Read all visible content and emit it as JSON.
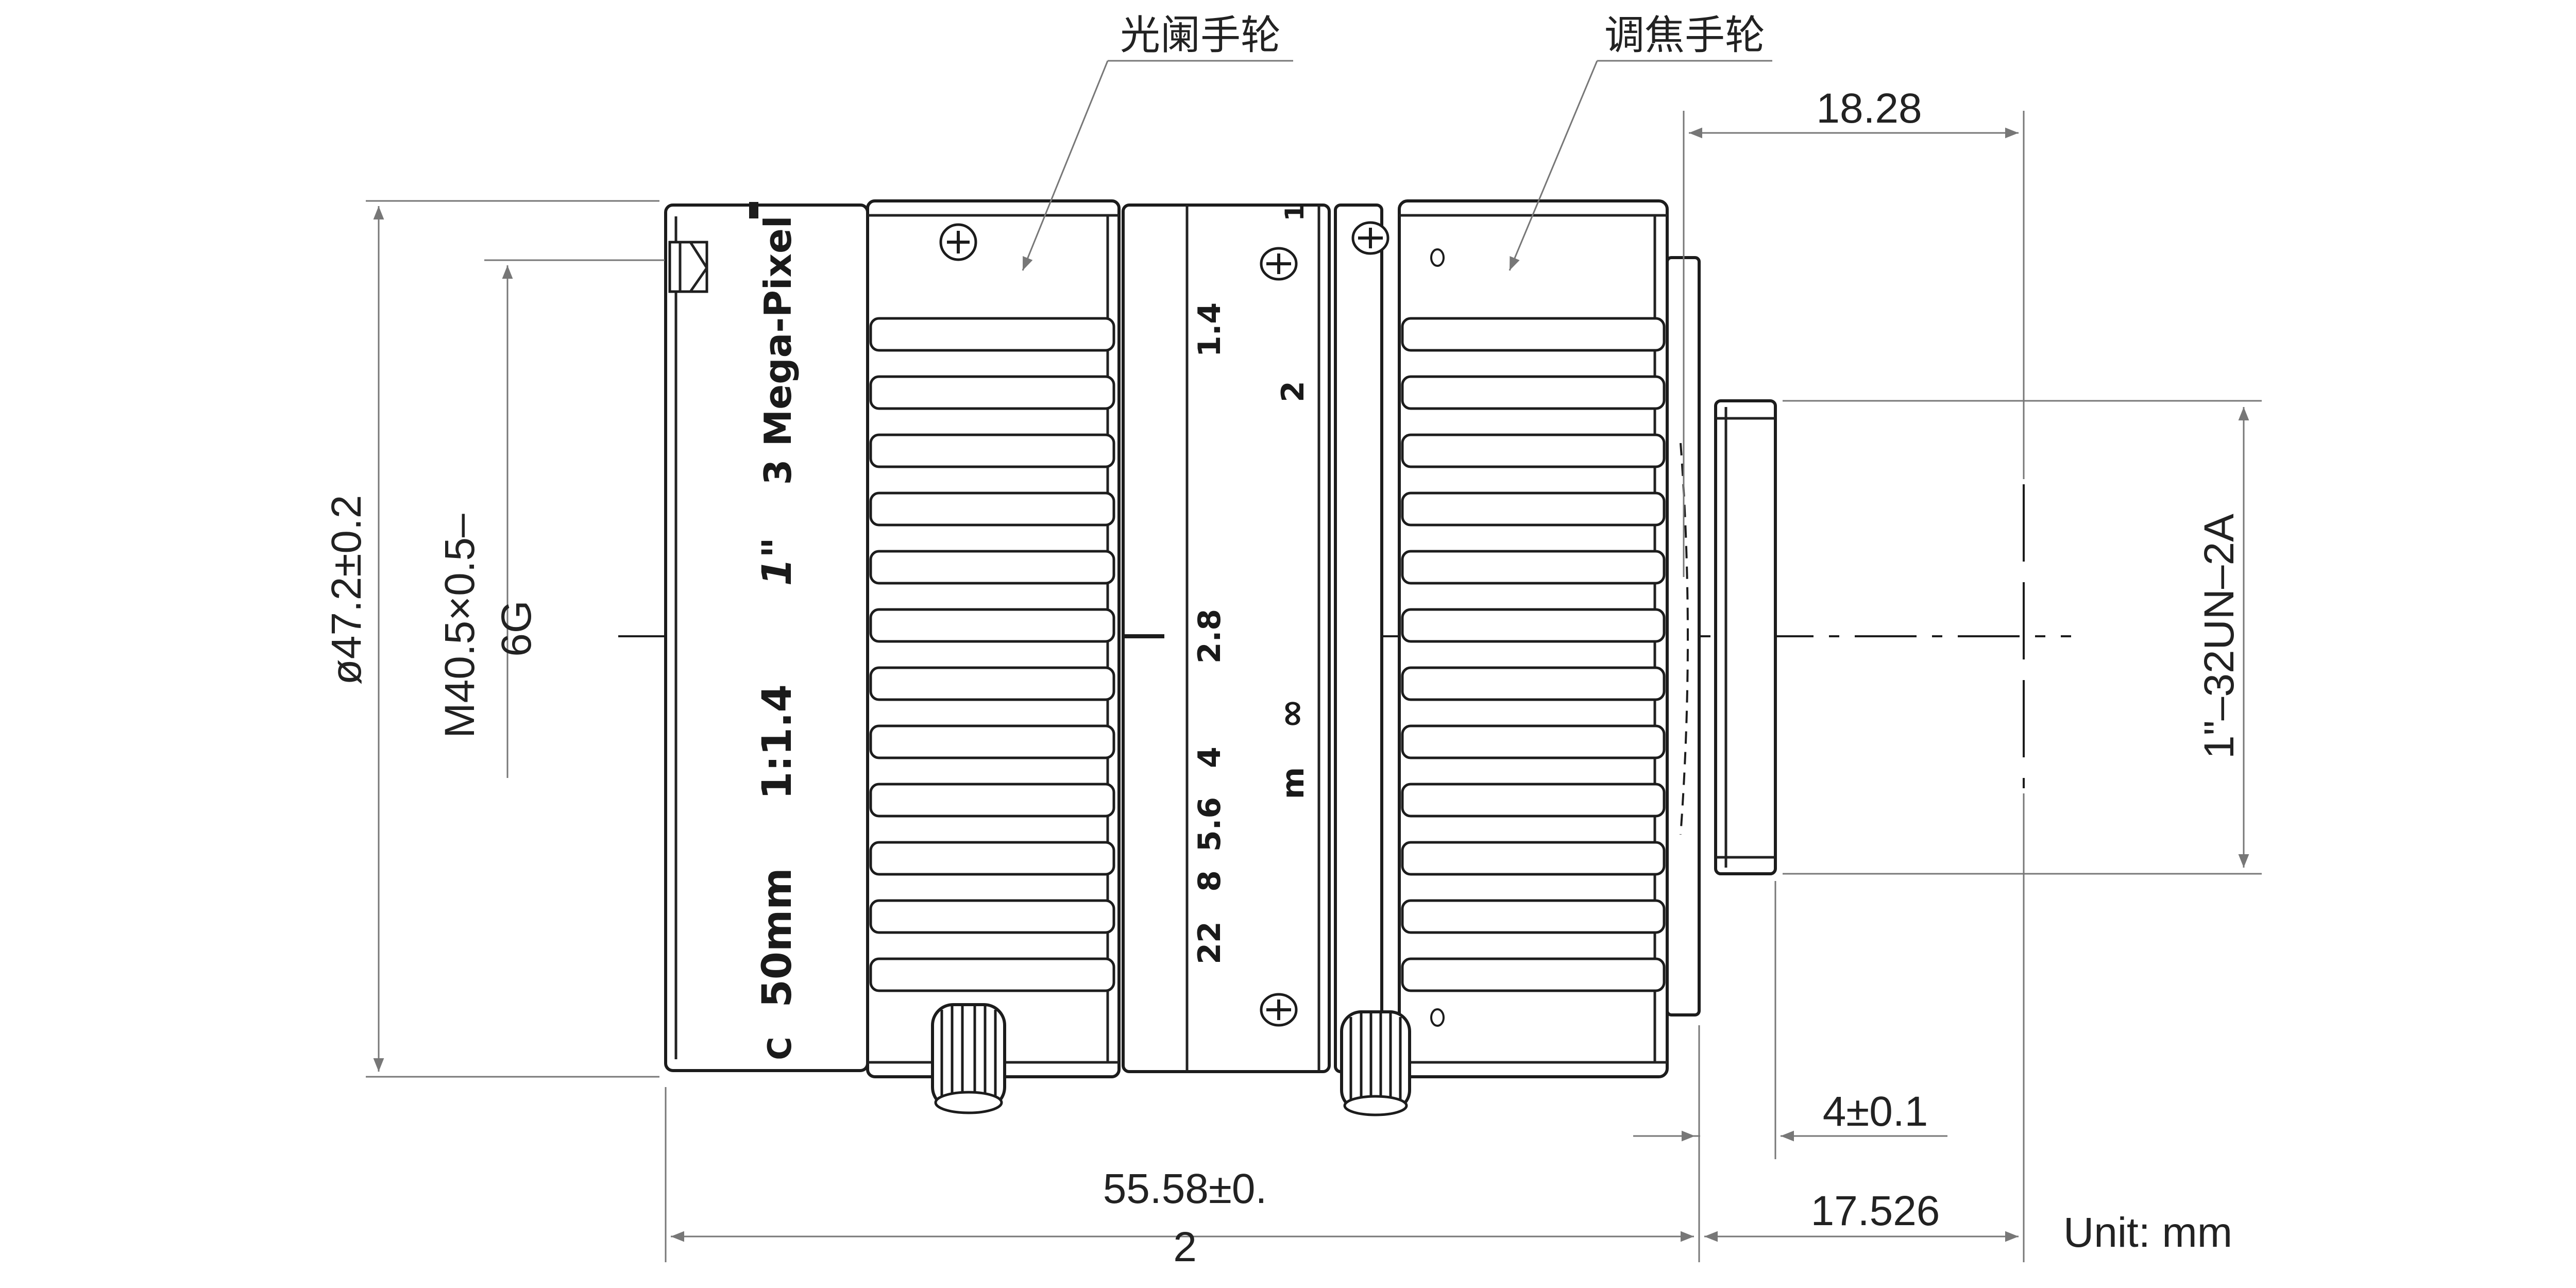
{
  "labels": {
    "aperture_ring": "光阑手轮",
    "focus_ring": "调焦手轮"
  },
  "dimensions": {
    "flange_back": "18.28",
    "outer_diameter": "ø47.2±0.2",
    "filter_thread_line1": "M40.5×0.5–",
    "filter_thread_line2": "6G",
    "mount_thread": "1\"–32UN–2A",
    "mount_depth": "4±0.1",
    "total_length_line1": "55.58±0.",
    "total_length_line2": "2",
    "back_focus": "17.526"
  },
  "unit": "Unit: mm",
  "barrel_markings": {
    "mount": "C",
    "focal_length": "50mm",
    "max_aperture": "1:1.4",
    "sensor_format": "1\"",
    "resolution": "3 Mega-Pixel"
  },
  "aperture_scale": [
    "22",
    "8",
    "5.6",
    "4",
    "2.8",
    "1.4"
  ],
  "focus_scale": {
    "near": "1",
    "mid": "2",
    "infinity": "∞",
    "unit": "m"
  },
  "colors": {
    "line": "#1c1c1c",
    "dimension": "#777777",
    "text": "#222222"
  }
}
